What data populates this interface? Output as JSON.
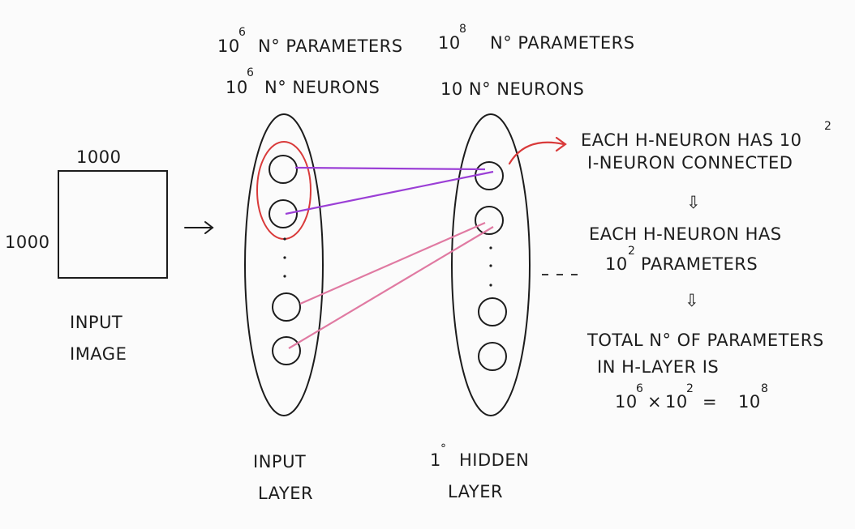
{
  "header": {
    "input_params_base": "10",
    "input_params_exp": "6",
    "input_params_label": "N° PARAMETERS",
    "input_neurons_base": "10",
    "input_neurons_exp": "6",
    "input_neurons_label": "N° NEURONS",
    "hidden_params_base": "10",
    "hidden_params_exp": "8",
    "hidden_params_label": "N° PARAMETERS",
    "hidden_neurons_label": "10 N° NEURONS"
  },
  "input_image": {
    "width_label": "1000",
    "height_label": "1000",
    "caption_line1": "INPUT",
    "caption_line2": "IMAGE"
  },
  "layers": {
    "input_caption_line1": "INPUT",
    "input_caption_line2": "LAYER",
    "hidden_caption_line1_prefix": "1",
    "hidden_caption_line1_sup": "°",
    "hidden_caption_line1": "HIDDEN",
    "hidden_caption_line2": "LAYER"
  },
  "notes": {
    "line1_text": "EACH H-NEURON HAS 10",
    "line1_exp": "2",
    "line2": "I-NEURON CONNECTED",
    "arrow1": "⇩",
    "line3": "EACH H-NEURON HAS",
    "line4_base": "10",
    "line4_exp": "2",
    "line4_rest": "PARAMETERS",
    "arrow2": "⇩",
    "line5": "TOTAL N° OF PARAMETERS",
    "line6": "IN H-LAYER IS",
    "eq_a_base": "10",
    "eq_a_exp": "6",
    "eq_times": "×",
    "eq_b_base": "10",
    "eq_b_exp": "2",
    "eq_equals": "=",
    "eq_c_base": "10",
    "eq_c_exp": "8"
  },
  "colors": {
    "ink": "#1c1c1c",
    "highlight_red": "#d93a3a",
    "connection_purple": "#9b3fd6",
    "connection_pink": "#e07aa2"
  }
}
